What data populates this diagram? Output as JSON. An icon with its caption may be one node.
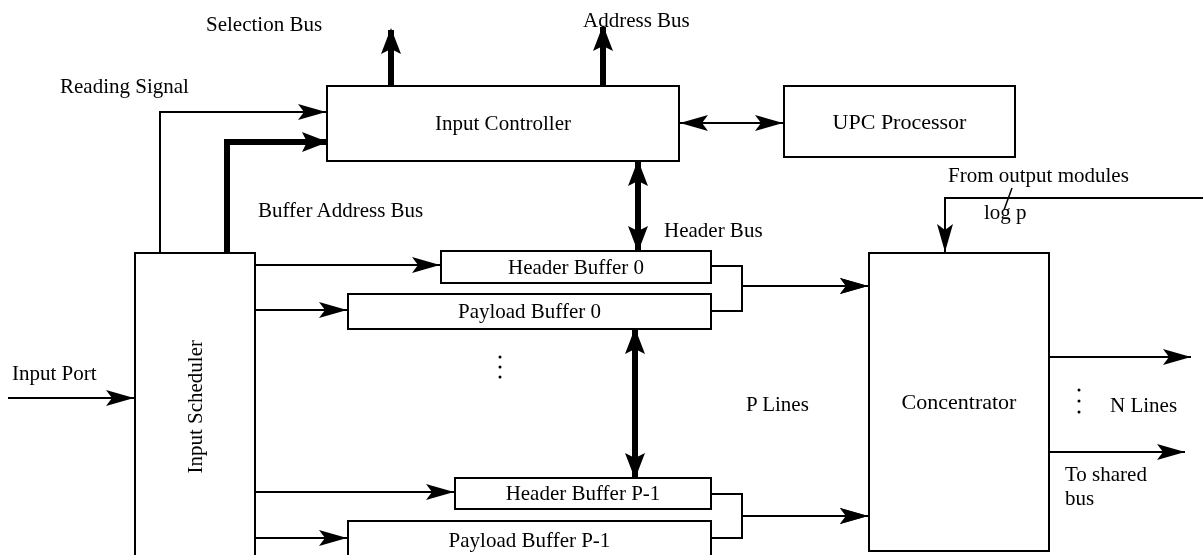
{
  "diagram": {
    "nodes": [
      {
        "text": [
          "Input Controller"
        ]
      },
      {
        "text": [
          "UPC Processor"
        ]
      },
      {
        "text": [
          "Input Scheduler"
        ]
      },
      {
        "text": [
          "Header Buffer 0"
        ]
      },
      {
        "text": [
          "Payload Buffer 0"
        ]
      },
      {
        "text": [
          "Header Buffer P-1"
        ]
      },
      {
        "text": [
          "Payload Buffer P-1"
        ]
      },
      {
        "text": [
          "Concentrator"
        ]
      }
    ],
    "edges": [
      {
        "from": 2,
        "to": 0,
        "arrow": "to",
        "label": "Reading Signal"
      },
      {
        "from": 2,
        "to": 0,
        "arrow": "to",
        "style": "thick",
        "label": "Buffer Address Bus"
      },
      {
        "from": 0,
        "to": null,
        "arrow": "to",
        "style": "thick",
        "label": "Selection Bus"
      },
      {
        "from": 0,
        "to": null,
        "arrow": "to",
        "style": "thick",
        "label": "Address Bus"
      },
      {
        "from": 0,
        "to": 1,
        "arrow": "both"
      },
      {
        "from": 0,
        "to": 3,
        "arrow": "both",
        "style": "thick",
        "label": "Header Bus"
      },
      {
        "from": null,
        "to": 2,
        "arrow": "to",
        "label": "Input Port"
      },
      {
        "from": 2,
        "to": 3,
        "arrow": "to"
      },
      {
        "from": 2,
        "to": 4,
        "arrow": "to"
      },
      {
        "from": 2,
        "to": 5,
        "arrow": "to"
      },
      {
        "from": 2,
        "to": 6,
        "arrow": "to"
      },
      {
        "from": 4,
        "to": 5,
        "arrow": "both",
        "style": "thick"
      },
      {
        "from": 3,
        "to": 7,
        "arrow": "to"
      },
      {
        "from": 4,
        "to": 7,
        "arrow": "to"
      },
      {
        "from": 5,
        "to": 7,
        "arrow": "to"
      },
      {
        "from": 6,
        "to": 7,
        "arrow": "to"
      },
      {
        "from": null,
        "to": 7,
        "arrow": "to",
        "label": "From output modules"
      },
      {
        "from": 7,
        "to": null,
        "arrow": "to"
      },
      {
        "from": 7,
        "to": null,
        "arrow": "to",
        "label": "To shared bus"
      }
    ],
    "labels": [
      "P Lines",
      "N Lines",
      "log p"
    ]
  }
}
